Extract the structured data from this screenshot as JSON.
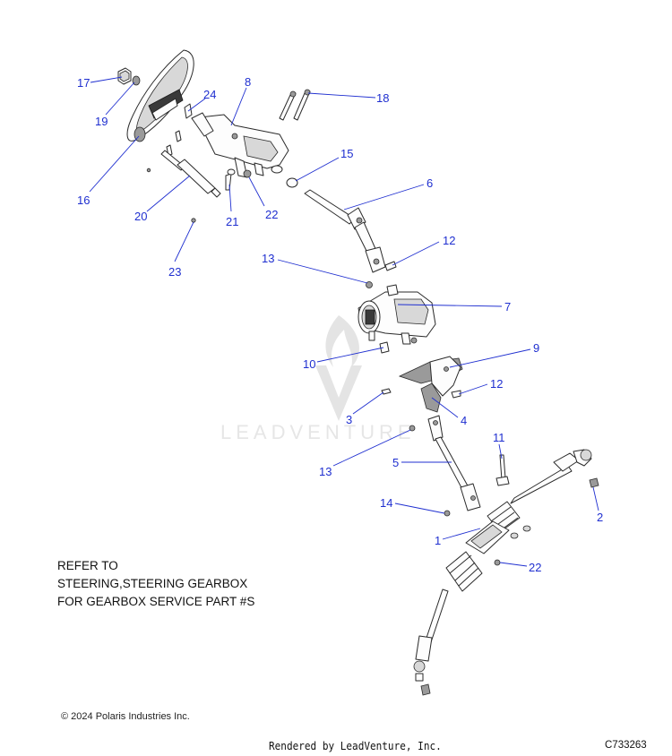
{
  "watermark": {
    "brand": "LEADVENTURE"
  },
  "callouts": [
    {
      "id": "c17",
      "label": "17"
    },
    {
      "id": "c19",
      "label": "19"
    },
    {
      "id": "c16",
      "label": "16"
    },
    {
      "id": "c24",
      "label": "24"
    },
    {
      "id": "c8",
      "label": "8"
    },
    {
      "id": "c18",
      "label": "18"
    },
    {
      "id": "c15",
      "label": "15"
    },
    {
      "id": "c6",
      "label": "6"
    },
    {
      "id": "c20",
      "label": "20"
    },
    {
      "id": "c21",
      "label": "21"
    },
    {
      "id": "c22a",
      "label": "22"
    },
    {
      "id": "c23",
      "label": "23"
    },
    {
      "id": "c13a",
      "label": "13"
    },
    {
      "id": "c12a",
      "label": "12"
    },
    {
      "id": "c7",
      "label": "7"
    },
    {
      "id": "c9",
      "label": "9"
    },
    {
      "id": "c10",
      "label": "10"
    },
    {
      "id": "c12b",
      "label": "12"
    },
    {
      "id": "c3",
      "label": "3"
    },
    {
      "id": "c4",
      "label": "4"
    },
    {
      "id": "c11",
      "label": "11"
    },
    {
      "id": "c5",
      "label": "5"
    },
    {
      "id": "c13b",
      "label": "13"
    },
    {
      "id": "c14",
      "label": "14"
    },
    {
      "id": "c2",
      "label": "2"
    },
    {
      "id": "c1",
      "label": "1"
    },
    {
      "id": "c22b",
      "label": "22"
    }
  ],
  "note": {
    "lines": [
      "REFER TO",
      "STEERING,STEERING GEARBOX",
      "FOR GEARBOX SERVICE PART #S"
    ]
  },
  "footer": {
    "copyright": "© 2024 Polaris Industries Inc.",
    "rendered_by": "Rendered by LeadVenture, Inc.",
    "diagram_code": "C733263"
  }
}
